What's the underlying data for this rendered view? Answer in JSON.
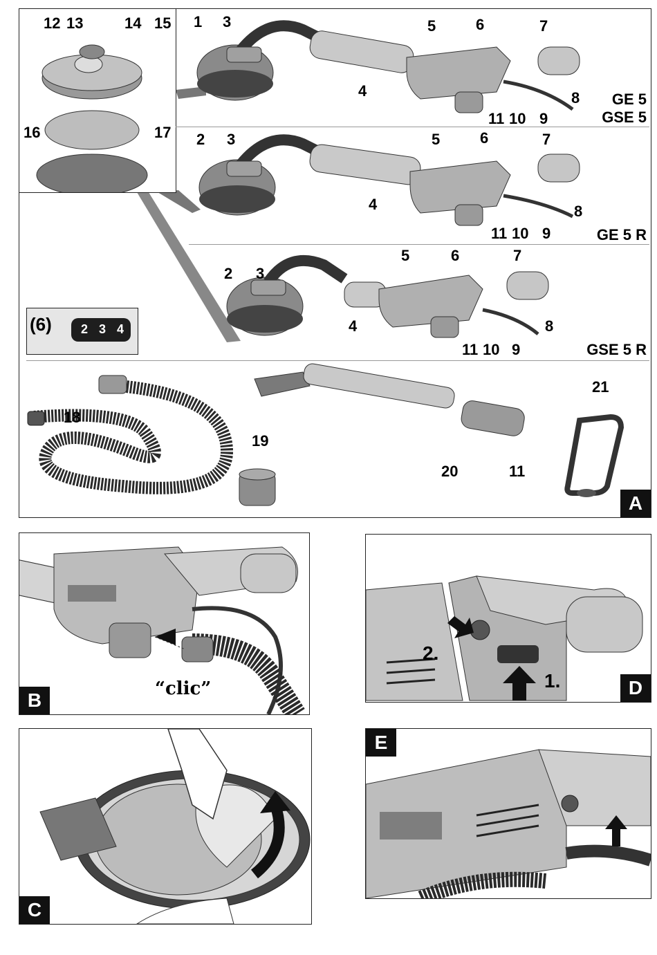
{
  "panel_a": {
    "letter": "A",
    "models": [
      "GE 5",
      "GSE 5",
      "GE 5 R",
      "GSE 5 R"
    ],
    "inset_callouts": [
      "12",
      "13",
      "14",
      "15",
      "16",
      "17"
    ],
    "row1_callouts": [
      "1",
      "3",
      "4",
      "5",
      "6",
      "7",
      "8",
      "9",
      "10",
      "11"
    ],
    "row2_callouts": [
      "2",
      "3",
      "4",
      "5",
      "6",
      "7",
      "8",
      "9",
      "10",
      "11"
    ],
    "row3_callouts": [
      "2",
      "3",
      "4",
      "5",
      "6",
      "7",
      "8",
      "9",
      "10",
      "11"
    ],
    "speed_dial": {
      "label": "(6)",
      "values": [
        "2",
        "3",
        "4"
      ]
    },
    "accessory_callouts": [
      "18",
      "19",
      "20",
      "11",
      "21"
    ]
  },
  "panel_b": {
    "letter": "B",
    "sound": "“clic”"
  },
  "panel_c": {
    "letter": "C"
  },
  "panel_d": {
    "letter": "D",
    "steps": [
      "1.",
      "2."
    ]
  },
  "panel_e": {
    "letter": "E"
  },
  "colors": {
    "ink": "#111111",
    "tool_grey": "#b8b8b8",
    "dark_grey": "#555555",
    "background": "#ffffff"
  }
}
